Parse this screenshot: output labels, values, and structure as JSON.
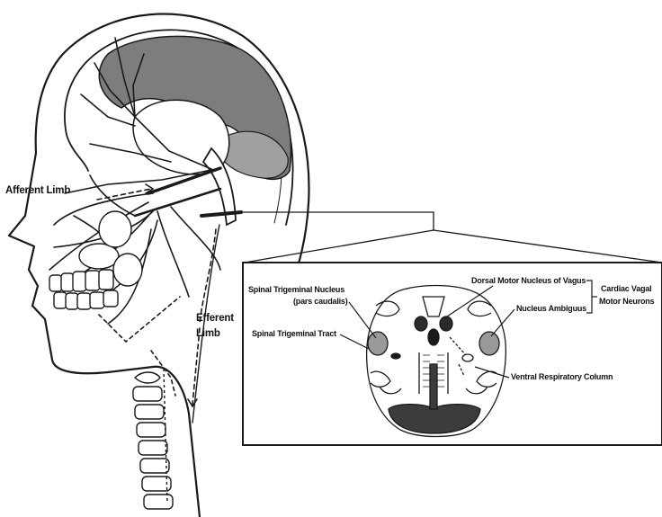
{
  "labels": {
    "afferent_limb": "Afferent Limb",
    "efferent_limb_line1": "Efferent",
    "efferent_limb_line2": "Limb",
    "spinal_trigeminal_nucleus_line1": "Spinal Trigeminal Nucleus",
    "spinal_trigeminal_nucleus_line2": "(pars caudalis)",
    "spinal_trigeminal_tract": "Spinal Trigeminal Tract",
    "dorsal_motor_nucleus": "Dorsal Motor Nucleus of Vagus",
    "nucleus_ambiguus": "Nucleus Ambiguus",
    "cardiac_vagal_line1": "Cardiac Vagal",
    "cardiac_vagal_line2": "Motor Neurons",
    "ventral_respiratory_column": "Ventral Respiratory Column"
  },
  "colors": {
    "line": "#1a1a1a",
    "brain_dark": "#7d7d7d",
    "brain_mid": "#a0a0a0",
    "medulla_dark": "#3c3c3c",
    "nucleus_gray": "#9a9a9a"
  }
}
